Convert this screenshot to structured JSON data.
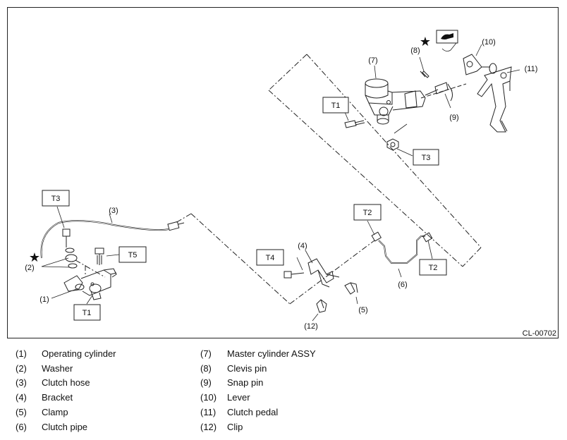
{
  "figure_code": "CL-00702",
  "torque_labels": {
    "t1_master": "T1",
    "t1_operating": "T1",
    "t2_upper": "T2",
    "t2_lower": "T2",
    "t3_upper": "T3",
    "t3_hose": "T3",
    "t4": "T4",
    "t5": "T5"
  },
  "callouts": {
    "c1": "(1)",
    "c2": "(2)",
    "c3": "(3)",
    "c4": "(4)",
    "c5": "(5)",
    "c6": "(6)",
    "c7": "(7)",
    "c8": "(8)",
    "c9": "(9)",
    "c10": "(10)",
    "c11": "(11)",
    "c12": "(12)"
  },
  "symbols": {
    "star": "★",
    "grease_icon": "grease-application-icon"
  },
  "legend": {
    "left": [
      {
        "num": "(1)",
        "label": "Operating cylinder"
      },
      {
        "num": "(2)",
        "label": "Washer"
      },
      {
        "num": "(3)",
        "label": "Clutch hose"
      },
      {
        "num": "(4)",
        "label": "Bracket"
      },
      {
        "num": "(5)",
        "label": "Clamp"
      },
      {
        "num": "(6)",
        "label": "Clutch pipe"
      }
    ],
    "right": [
      {
        "num": "(7)",
        "label": "Master cylinder ASSY"
      },
      {
        "num": "(8)",
        "label": "Clevis pin"
      },
      {
        "num": "(9)",
        "label": "Snap pin"
      },
      {
        "num": "(10)",
        "label": "Lever"
      },
      {
        "num": "(11)",
        "label": "Clutch pedal"
      },
      {
        "num": "(12)",
        "label": "Clip"
      }
    ]
  }
}
